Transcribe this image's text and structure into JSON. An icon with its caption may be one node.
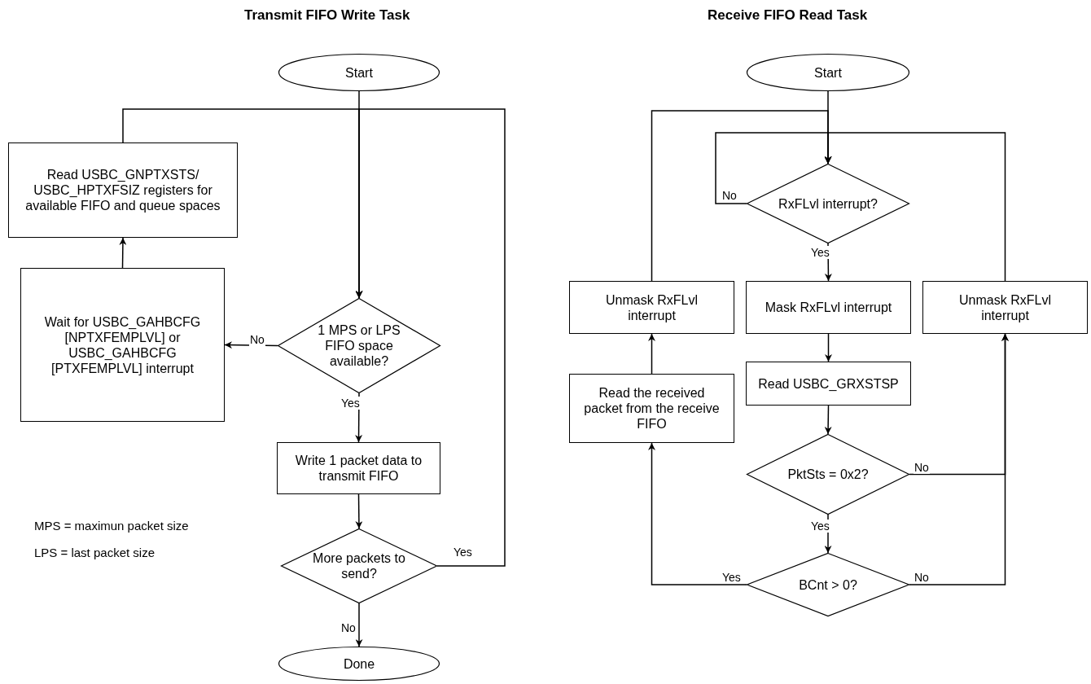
{
  "diagram": {
    "nodes": [
      {
        "text": [
          "Start"
        ]
      },
      {
        "text": [
          "Read USBC_GNPTXSTS/ USBC_HPTXFSIZ registers for available FIFO and queue spaces"
        ]
      },
      {
        "text": [
          "Wait for USBC_GAHBCFG [NPTXFEMPLVL] or USBC_GAHBCFG [PTXFEMPLVL] interrupt"
        ]
      },
      {
        "text": [
          "1 MPS or LPS FIFO space available?"
        ]
      },
      {
        "text": [
          "Write 1 packet data to transmit FIFO"
        ]
      },
      {
        "text": [
          "More packets to send?"
        ]
      },
      {
        "text": [
          "Done"
        ]
      },
      {
        "text": [
          "Start"
        ]
      },
      {
        "text": [
          "RxFLvl interrupt?"
        ]
      },
      {
        "text": [
          "Unmask RxFLvl interrupt"
        ]
      },
      {
        "text": [
          "Mask RxFLvl interrupt"
        ]
      },
      {
        "text": [
          "Unmask RxFLvl interrupt"
        ]
      },
      {
        "text": [
          "Read the received packet from the receive FIFO"
        ]
      },
      {
        "text": [
          "Read USBC_GRXSTSP"
        ]
      },
      {
        "text": [
          "PktSts = 0x2?"
        ]
      },
      {
        "text": [
          "BCnt > 0?"
        ]
      }
    ],
    "edges": [
      {
        "from": 0,
        "to": 3,
        "arrow": "to"
      },
      {
        "from": 1,
        "to": 3,
        "arrow": "to"
      },
      {
        "from": 5,
        "to": 3,
        "arrow": "to",
        "label": "Yes"
      },
      {
        "from": 3,
        "to": 2,
        "arrow": "to",
        "label": "No"
      },
      {
        "from": 2,
        "to": 1,
        "arrow": "to"
      },
      {
        "from": 3,
        "to": 4,
        "arrow": "to",
        "label": "Yes"
      },
      {
        "from": 4,
        "to": 5,
        "arrow": "to"
      },
      {
        "from": 5,
        "to": 6,
        "arrow": "to",
        "label": "No"
      },
      {
        "from": 7,
        "to": 8,
        "arrow": "to"
      },
      {
        "from": 9,
        "to": 8,
        "arrow": "to"
      },
      {
        "from": 8,
        "to": 8,
        "arrow": "to",
        "label": "No"
      },
      {
        "from": 11,
        "to": 8,
        "arrow": "to"
      },
      {
        "from": 8,
        "to": 10,
        "arrow": "to",
        "label": "Yes"
      },
      {
        "from": 10,
        "to": 13,
        "arrow": "to"
      },
      {
        "from": 13,
        "to": 14,
        "arrow": "to"
      },
      {
        "from": 14,
        "to": 11,
        "arrow": "to",
        "label": "No"
      },
      {
        "from": 14,
        "to": 15,
        "arrow": "to",
        "label": "Yes"
      },
      {
        "from": 15,
        "to": 12,
        "arrow": "to",
        "label": "Yes"
      },
      {
        "from": 15,
        "to": 11,
        "arrow": "to",
        "label": "No"
      },
      {
        "from": 12,
        "to": 9,
        "arrow": "to"
      }
    ],
    "labels": [
      "Transmit FIFO Write Task",
      "Receive FIFO Read Task",
      "MPS = maximun packet size",
      "LPS = last packet size"
    ]
  }
}
